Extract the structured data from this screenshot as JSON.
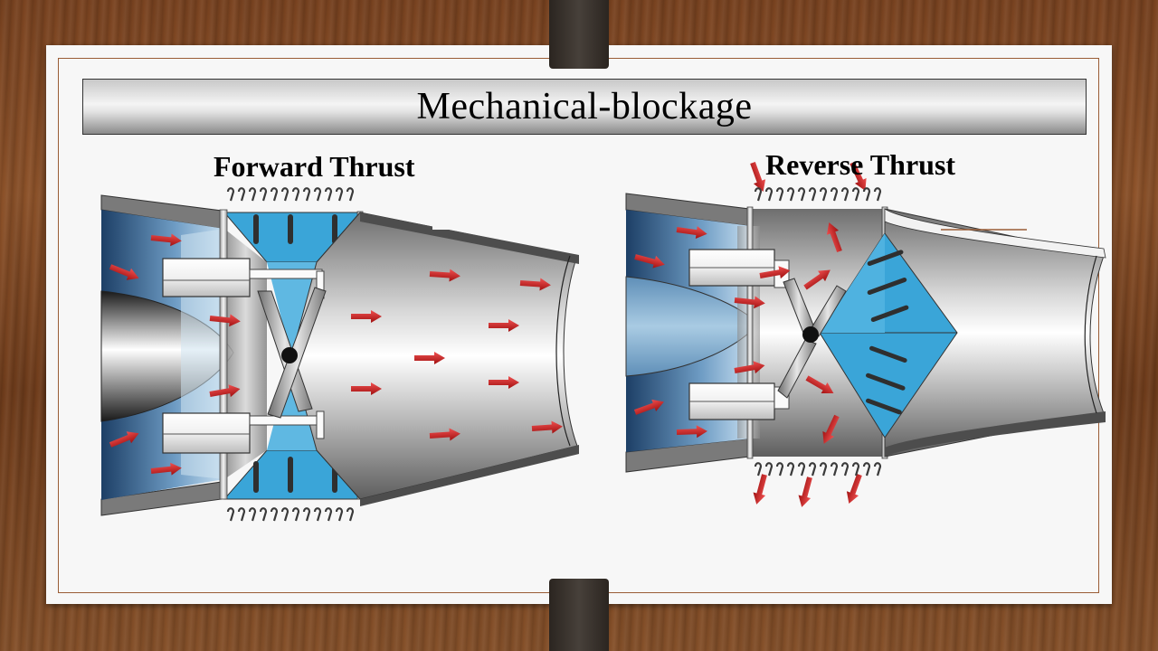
{
  "slide": {
    "title": "Mechanical-blockage"
  },
  "diagrams": [
    {
      "label": "Forward Thrust"
    },
    {
      "label": "Reverse Thrust"
    }
  ]
}
